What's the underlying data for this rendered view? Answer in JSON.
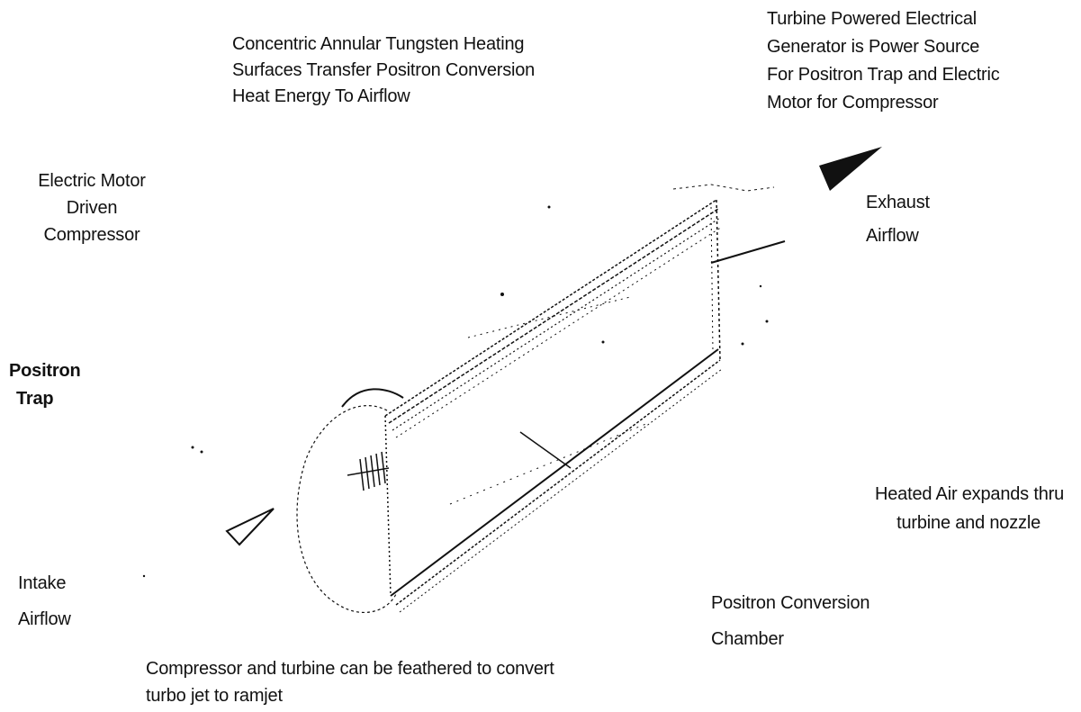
{
  "labels": {
    "heating_surfaces": [
      "Concentric  Annular Tungsten Heating",
      "Surfaces Transfer Positron Conversion",
      "Heat Energy  To Airflow"
    ],
    "generator": [
      "Turbine Powered Electrical",
      "Generator is Power Source",
      "For Positron Trap and Electric",
      "Motor for Compressor"
    ],
    "compressor": [
      "Electric Motor",
      "Driven",
      "Compressor"
    ],
    "exhaust": [
      "Exhaust",
      "Airflow"
    ],
    "positron_trap": [
      "Positron",
      "Trap"
    ],
    "heated_air": [
      "Heated Air  expands thru",
      "turbine and nozzle"
    ],
    "intake": [
      "Intake",
      "Airflow"
    ],
    "conversion_chamber": [
      "Positron Conversion",
      "Chamber"
    ],
    "feathered": [
      "Compressor and turbine can be feathered to convert",
      "turbo jet to ramjet"
    ]
  },
  "colors": {
    "ink": "#111111",
    "arrow_fill": "#111111"
  }
}
